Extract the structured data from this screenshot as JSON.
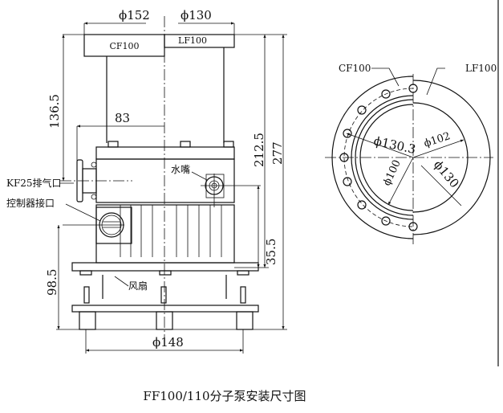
{
  "title": "FF100/110分子泵安装尺寸图",
  "side_view": {
    "dims": {
      "d152": "ϕ152",
      "d130": "ϕ130",
      "h136_5": "136.5",
      "w83": "83",
      "h212_5": "212.5",
      "h277": "277",
      "h35_5": "35.5",
      "h98_5": "98.5",
      "d148": "ϕ148"
    },
    "flange_labels": {
      "cf": "CF100",
      "lf": "LF100"
    },
    "callouts": {
      "exhaust": "KF25排气口",
      "controller": "控制器接口",
      "water": "水嘴",
      "fan": "风扇"
    }
  },
  "top_view": {
    "labels": {
      "cf": "CF100",
      "lf": "LF100"
    },
    "dims": {
      "d130_3": "ϕ130.3",
      "d102": "ϕ102",
      "d100": "ϕ100",
      "d130": "ϕ130"
    }
  }
}
